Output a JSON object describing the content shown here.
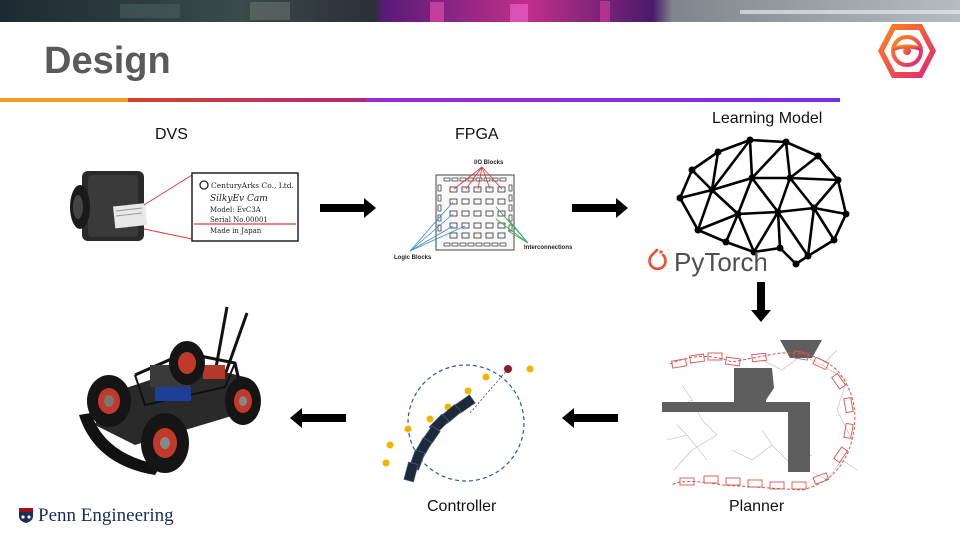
{
  "slide": {
    "title": "Design"
  },
  "stages": {
    "dvs": {
      "label": "DVS"
    },
    "fpga": {
      "label": "FPGA"
    },
    "learning_model": {
      "label": "Learning Model"
    },
    "planner": {
      "label": "Planner"
    },
    "controller": {
      "label": "Controller"
    }
  },
  "camera_sticker": {
    "company": "CenturyArks Co., Ltd.",
    "product": "SilkyEv Cam",
    "model": "Model:    EvC3A",
    "serial": "Serial No.00001",
    "origin": "Made in Japan"
  },
  "fpga_diagram": {
    "io_blocks": "I/O Blocks",
    "logic_blocks": "Logic Blocks",
    "interconnections": "Interconnections"
  },
  "pytorch": {
    "wordmark": "PyTorch"
  },
  "footer": {
    "institution": "Penn Engineering"
  },
  "colors": {
    "title": "#5a5a5a",
    "rule_orange": "#f39c1f",
    "rule_magenta": "#b0287a",
    "rule_purple": "#8a2be2",
    "logo_orange": "#ff6a1a",
    "logo_magenta": "#e0227a",
    "pytorch_orange": "#ee4c2c"
  },
  "icons": [
    "steering-wheel-icon",
    "arrow-right-icon",
    "arrow-down-icon",
    "arrow-left-icon",
    "penn-crest-icon"
  ]
}
